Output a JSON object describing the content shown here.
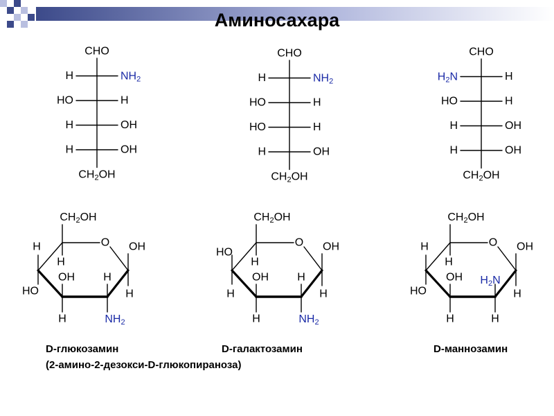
{
  "title": "Аминосахара",
  "colors": {
    "amino": "#1a2aa6",
    "text": "#000000",
    "deco_dark": "#3c4a8a",
    "deco_light": "#b9bfe0"
  },
  "fischer": {
    "glucosamine": {
      "top": "CHO",
      "rows": [
        [
          "H",
          "NH2"
        ],
        [
          "HO",
          "H"
        ],
        [
          "H",
          "OH"
        ],
        [
          "H",
          "OH"
        ]
      ],
      "bottom": "CH2OH"
    },
    "galactosamine": {
      "top": "CHO",
      "rows": [
        [
          "H",
          "NH2"
        ],
        [
          "HO",
          "H"
        ],
        [
          "HO",
          "H"
        ],
        [
          "H",
          "OH"
        ]
      ],
      "bottom": "CH2OH"
    },
    "mannosamine": {
      "top": "CHO",
      "rows": [
        [
          "H2N",
          "H"
        ],
        [
          "HO",
          "H"
        ],
        [
          "H",
          "OH"
        ],
        [
          "H",
          "OH"
        ]
      ],
      "bottom": "CH2OH"
    }
  },
  "haworth_labels": {
    "ch2oh": "CH2OH",
    "ring_o": "O",
    "oh": "OH",
    "ho": "HO",
    "h": "H",
    "nh2": "NH2",
    "h2n": "H2N"
  },
  "captions": {
    "glucosamine": "D-глюкозамин",
    "galactosamine": "D-галактозамин",
    "mannosamine": "D-маннозамин",
    "glucosamine_full": "(2-амино-2-дезокси-D-глюкопираноза)"
  }
}
